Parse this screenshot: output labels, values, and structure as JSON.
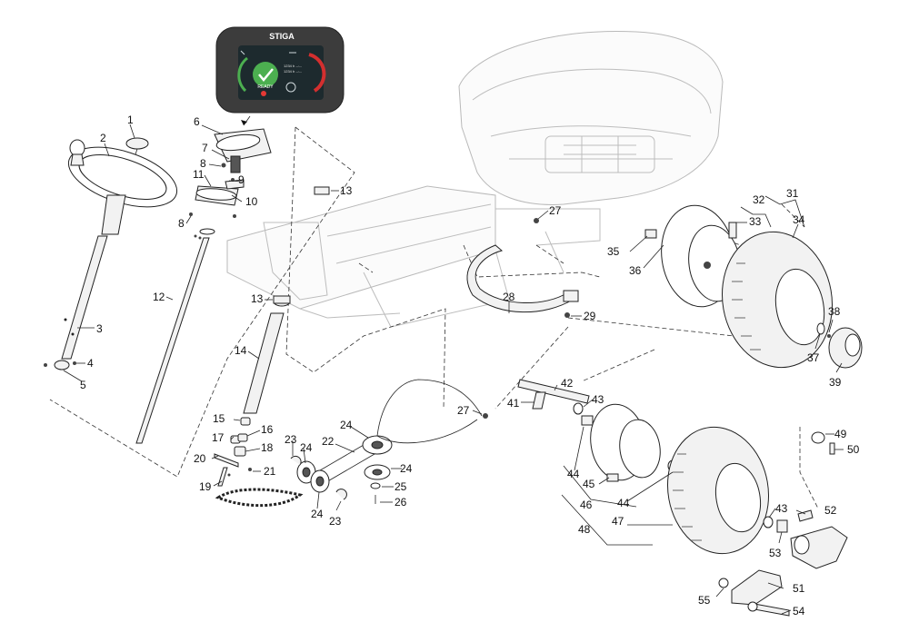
{
  "display": {
    "brand": "STIGA",
    "ready_label": "READY",
    "line1": "1234 h  --:--",
    "line2": "1234 h  --:--"
  },
  "callouts": [
    {
      "id": "c1",
      "text": "1"
    },
    {
      "id": "c2",
      "text": "2"
    },
    {
      "id": "c3",
      "text": "3"
    },
    {
      "id": "c4",
      "text": "4"
    },
    {
      "id": "c5",
      "text": "5"
    },
    {
      "id": "c6",
      "text": "6"
    },
    {
      "id": "c7",
      "text": "7"
    },
    {
      "id": "c8a",
      "text": "8"
    },
    {
      "id": "c8b",
      "text": "8"
    },
    {
      "id": "c9",
      "text": "9"
    },
    {
      "id": "c10",
      "text": "10"
    },
    {
      "id": "c11",
      "text": "11"
    },
    {
      "id": "c12",
      "text": "12"
    },
    {
      "id": "c13a",
      "text": "13"
    },
    {
      "id": "c13b",
      "text": "13"
    },
    {
      "id": "c14",
      "text": "14"
    },
    {
      "id": "c15",
      "text": "15"
    },
    {
      "id": "c16",
      "text": "16"
    },
    {
      "id": "c17",
      "text": "17"
    },
    {
      "id": "c18",
      "text": "18"
    },
    {
      "id": "c19",
      "text": "19"
    },
    {
      "id": "c20",
      "text": "20"
    },
    {
      "id": "c21",
      "text": "21"
    },
    {
      "id": "c22",
      "text": "22"
    },
    {
      "id": "c23a",
      "text": "23"
    },
    {
      "id": "c23b",
      "text": "23"
    },
    {
      "id": "c24a",
      "text": "24"
    },
    {
      "id": "c24b",
      "text": "24"
    },
    {
      "id": "c24c",
      "text": "24"
    },
    {
      "id": "c24d",
      "text": "24"
    },
    {
      "id": "c25",
      "text": "25"
    },
    {
      "id": "c26",
      "text": "26"
    },
    {
      "id": "c27a",
      "text": "27"
    },
    {
      "id": "c27b",
      "text": "27"
    },
    {
      "id": "c28",
      "text": "28"
    },
    {
      "id": "c29",
      "text": "29"
    },
    {
      "id": "c31",
      "text": "31"
    },
    {
      "id": "c32",
      "text": "32"
    },
    {
      "id": "c33",
      "text": "33"
    },
    {
      "id": "c34",
      "text": "34"
    },
    {
      "id": "c35",
      "text": "35"
    },
    {
      "id": "c36",
      "text": "36"
    },
    {
      "id": "c37",
      "text": "37"
    },
    {
      "id": "c38",
      "text": "38"
    },
    {
      "id": "c39",
      "text": "39"
    },
    {
      "id": "c41",
      "text": "41"
    },
    {
      "id": "c42",
      "text": "42"
    },
    {
      "id": "c43a",
      "text": "43"
    },
    {
      "id": "c43b",
      "text": "43"
    },
    {
      "id": "c44a",
      "text": "44"
    },
    {
      "id": "c44b",
      "text": "44"
    },
    {
      "id": "c45",
      "text": "45"
    },
    {
      "id": "c46",
      "text": "46"
    },
    {
      "id": "c47",
      "text": "47"
    },
    {
      "id": "c48",
      "text": "48"
    },
    {
      "id": "c49",
      "text": "49"
    },
    {
      "id": "c50",
      "text": "50"
    },
    {
      "id": "c51",
      "text": "51"
    },
    {
      "id": "c52",
      "text": "52"
    },
    {
      "id": "c53",
      "text": "53"
    },
    {
      "id": "c54",
      "text": "54"
    },
    {
      "id": "c55",
      "text": "55"
    }
  ],
  "colors": {
    "display_bezel": "#3c3c3c",
    "display_screen": "#1d2a2e",
    "ready_green": "#4caf50",
    "gauge_red": "#d32f2f",
    "stop_red": "#e53935"
  }
}
